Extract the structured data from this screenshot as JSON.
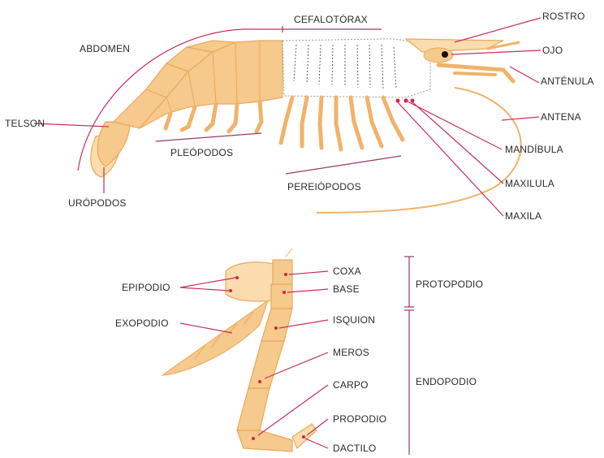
{
  "labels": {
    "cefalotorax": "CEFALOTÓRAX",
    "abdomen": "ABDOMEN",
    "telson": "TELSON",
    "uropodos": "URÓPODOS",
    "pleopodos": "PLEÓPODOS",
    "pereiopodos": "PEREIÓPODOS",
    "rostro": "ROSTRO",
    "ojo": "OJO",
    "antenula": "ANTÉNULA",
    "antena": "ANTENA",
    "mandibula": "MANDÍBULA",
    "maxilula": "MAXILULA",
    "maxila": "MAXILA"
  },
  "appendage": {
    "epipodio": "EPIPODIO",
    "exopodio": "EXOPODIO",
    "coxa": "COXA",
    "base": "BASE",
    "protopodio": "PROTOPODIO",
    "isquion": "ISQUION",
    "meros": "MEROS",
    "carpo": "CARPO",
    "endopodio": "ENDOPODIO",
    "propodio": "PROPODIO",
    "dactilo": "DACTILO"
  },
  "colors": {
    "shell": "#f6c98d",
    "shell_outline": "#e9a95a",
    "leader_lines": "#c8305a",
    "label_text": "#2a2a2a"
  }
}
